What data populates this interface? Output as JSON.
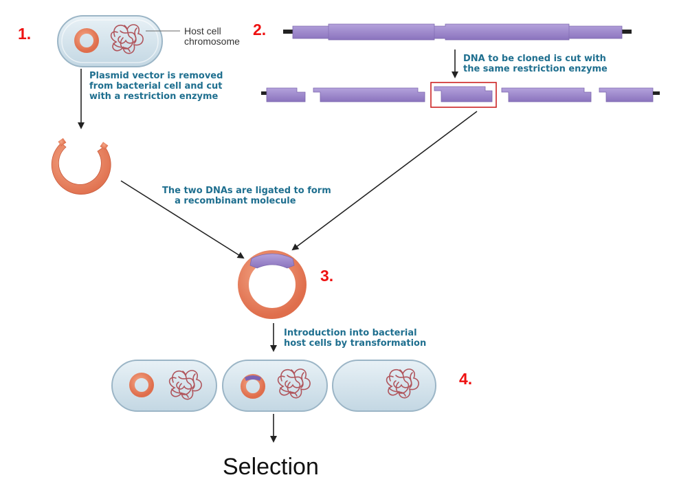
{
  "steps": {
    "one": "1.",
    "two": "2.",
    "three": "3.",
    "four": "4."
  },
  "labels": {
    "host_cell_chromosome": "Host cell\nchromosome",
    "plasmid_removed": "Plasmid vector is removed\nfrom bacterial cell and cut\nwith a restriction enzyme",
    "dna_cut": "DNA to be cloned is cut with\nthe same restriction enzyme",
    "ligated": "The two DNAs are ligated to form\n    a recombinant molecule",
    "introduction": "Introduction into bacterial\nhost cells by transformation",
    "selection": "Selection"
  },
  "colors": {
    "step_number": "#ee1111",
    "annotation": "#1f6f8f",
    "plasmid": "#e8825e",
    "dna_insert": "#9a84c6",
    "cell_fill": "#d4e4ee",
    "chromosome": "#b0555c",
    "highlight_box": "#cc2222"
  }
}
